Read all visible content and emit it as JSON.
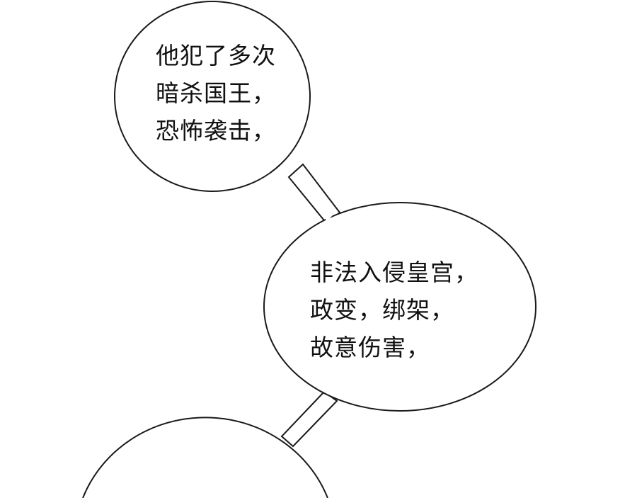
{
  "bubbles": [
    {
      "lines": [
        "他犯了多次",
        "暗杀国王，",
        "恐怖袭击，"
      ]
    },
    {
      "lines": [
        "非法入侵皇宫，",
        "政变，绑架，",
        "故意伤害，"
      ]
    },
    {
      "lines": []
    }
  ],
  "colors": {
    "stroke": "#1a1a1a",
    "fill": "#ffffff"
  }
}
